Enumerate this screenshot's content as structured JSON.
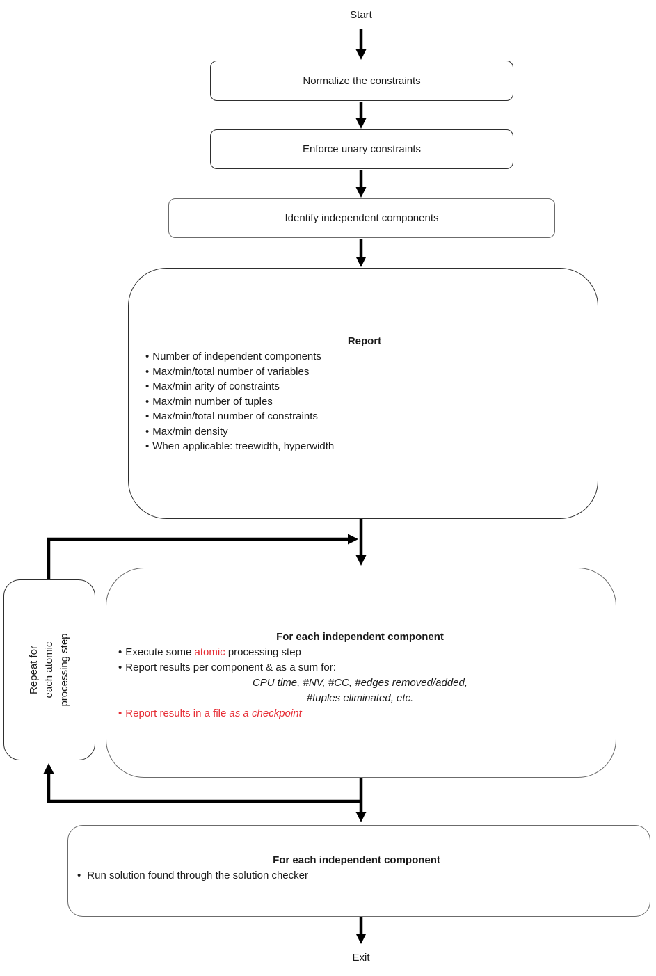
{
  "theme": {
    "red": "#e62d35",
    "ink": "#1a1a1a",
    "line": "#000000",
    "border-dark": "#2e2e2e",
    "border-gray": "#6b6b6b",
    "bg": "#ffffff"
  },
  "glyphs": {
    "bullet": "•"
  },
  "flow": {
    "start_label": "Start",
    "exit_label": "Exit",
    "step1": "Normalize the constraints",
    "step2": "Enforce unary constraints",
    "step3": "Identify independent components",
    "report": {
      "title": "Report",
      "bullets": [
        "Number of independent components",
        "Max/min/total number of variables",
        "Max/min arity of constraints",
        "Max/min number of tuples",
        "Max/min/total number of constraints",
        "Max/min density",
        "When applicable: treewidth, hyperwidth"
      ]
    },
    "loop_label_lines": [
      "Repeat for",
      "each atomic",
      "processing step"
    ],
    "process": {
      "title": "For each independent component",
      "b1_pre": "Execute some ",
      "b1_red": "atomic",
      "b1_post": " processing step",
      "b2": "Report results per component & as a sum for:",
      "b2_detail1": "CPU time, #NV, #CC, #edges removed/added,",
      "b2_detail2": "#tuples eliminated, etc.",
      "b3_red": "Report results in a file ",
      "b3_red_italic": "as a checkpoint"
    },
    "check": {
      "title": "For each independent component",
      "b1": "Run solution found through the solution checker"
    }
  }
}
